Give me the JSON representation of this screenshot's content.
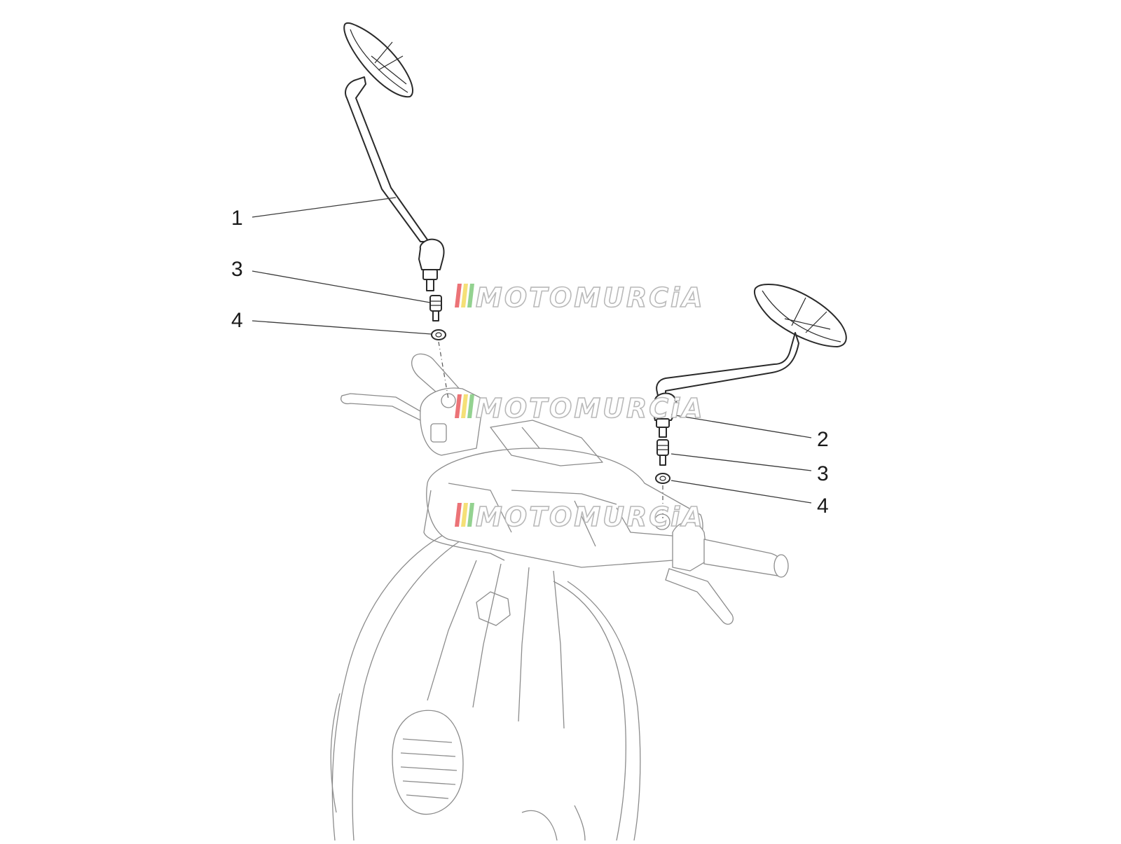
{
  "diagram": {
    "callouts": [
      {
        "label": "1",
        "part": "left-mirror"
      },
      {
        "label": "2",
        "part": "right-mirror"
      },
      {
        "label": "3",
        "part": "left-adapter-screw"
      },
      {
        "label": "4",
        "part": "left-nut"
      },
      {
        "label": "3",
        "part": "right-adapter-screw"
      },
      {
        "label": "4",
        "part": "right-nut"
      }
    ]
  },
  "watermark": {
    "text": "MOTOMURCiA",
    "stripe_colors": [
      "#e6444a",
      "#f1d54a",
      "#6fc36b"
    ]
  }
}
